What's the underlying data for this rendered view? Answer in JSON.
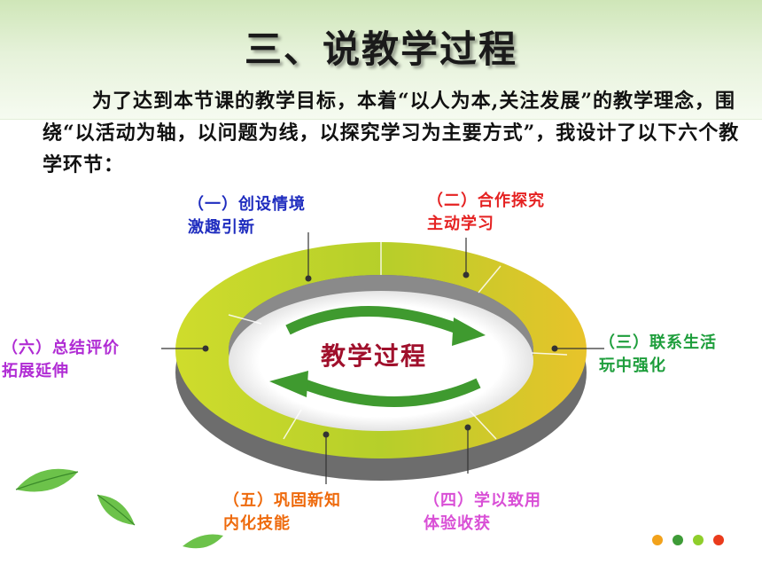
{
  "title": "三、说教学过程",
  "intro": "为了达到本节课的教学目标，本着“以人为本,关注发展”的教学理念，围绕“以活动为轴，以问题为线，以探究学习为主要方式”，我设计了以下六个教学环节：",
  "center": "教学过程",
  "steps": [
    {
      "line1": "（一）创设情境",
      "line2": "激趣引新",
      "color": "#1f2dbf"
    },
    {
      "line1": "（二）合作探究",
      "line2": "主动学习",
      "color": "#e52222"
    },
    {
      "line1": "（三）联系生活",
      "line2": "玩中强化",
      "color": "#1e9e3c"
    },
    {
      "line1": "（四）学以致用",
      "line2": "体验收获",
      "color": "#d94fd6"
    },
    {
      "line1": "（五）巩固新知",
      "line2": "内化技能",
      "color": "#ee6a0c"
    },
    {
      "line1": "（六）总结评价",
      "line2": "拓展延伸",
      "color": "#b02cd4"
    }
  ],
  "nav_dot_colors": [
    "#f2a21b",
    "#3e9b37",
    "#8fce2b",
    "#ea3b1c"
  ]
}
